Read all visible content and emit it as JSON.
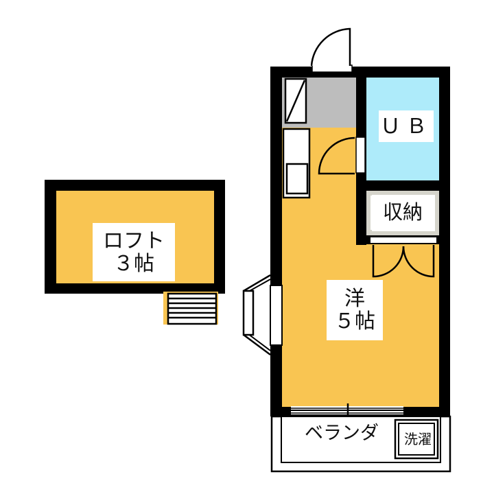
{
  "floor_plan": {
    "colors": {
      "room_fill": "#F9C552",
      "bath_fill": "#AEEBFA",
      "entrance_fill": "#BDBDBD",
      "storage_fill": "#D5D4CB",
      "wall": "#000000",
      "background": "#FFFFFF"
    },
    "rooms": {
      "loft": {
        "name": "ロフト",
        "size": "３帖"
      },
      "unit_bath": {
        "name": "ＵＢ"
      },
      "storage": {
        "name": "収納"
      },
      "western_room": {
        "name": "洋",
        "size": "５帖"
      },
      "veranda": {
        "name": "ベランダ"
      },
      "washer": {
        "name": "洗濯"
      }
    },
    "fixtures": [
      "entrance-door",
      "shoe-cabinet",
      "kitchen-counter",
      "sink",
      "bath-door",
      "closet-double-door",
      "bay-window",
      "sliding-window",
      "loft-ladder"
    ]
  }
}
